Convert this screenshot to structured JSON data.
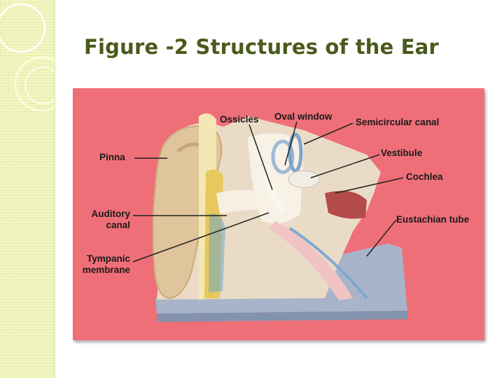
{
  "slide": {
    "title": "Figure -2 Structures of the Ear"
  },
  "figure": {
    "labels": {
      "pinna": "Pinna",
      "auditory_canal_line1": "Auditory",
      "auditory_canal_line2": "canal",
      "tympanic_membrane_line1": "Tympanic",
      "tympanic_membrane_line2": "membrane",
      "ossicles": "Ossicles",
      "oval_window": "Oval window",
      "semicircular_canal": "Semicircular canal",
      "vestibule": "Vestibule",
      "cochlea": "Cochlea",
      "eustachian_tube": "Eustachian tube"
    }
  },
  "colors": {
    "background_panel": "#ef6f79",
    "title_text": "#4a5a1c",
    "side_strip": "#f4f8c6"
  }
}
